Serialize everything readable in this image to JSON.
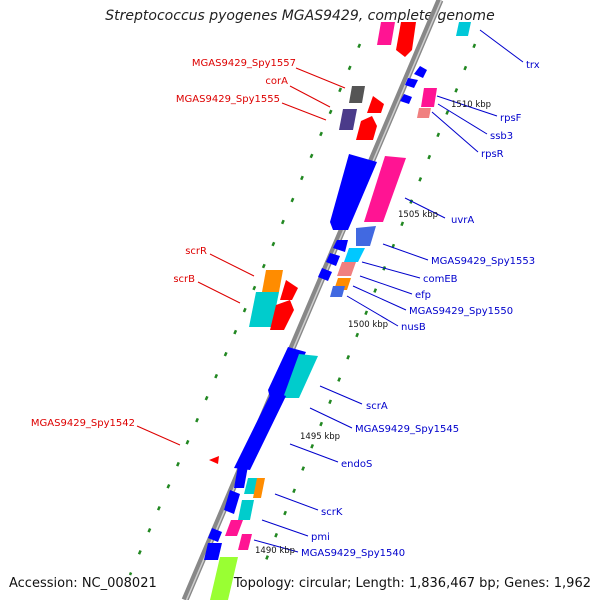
{
  "title": "Streptococcus pyogenes MGAS9429, complete genome",
  "footer": {
    "accession": "Accession: NC_008021",
    "summary": "Topology: circular; Length: 1,836,467 bp; Genes: 1,962"
  },
  "colors": {
    "backbone": "#888888",
    "label_left": "#dd0000",
    "label_right": "#0000cc",
    "tick": "#228822"
  },
  "kbp_labels": [
    "1510 kbp",
    "1505 kbp",
    "1500 kbp",
    "1495 kbp",
    "1490 kbp"
  ],
  "left_labels": [
    "MGAS9429_Spy1557",
    "corA",
    "MGAS9429_Spy1555",
    "scrR",
    "scrB",
    "MGAS9429_Spy1542"
  ],
  "right_labels": [
    "trx",
    "rpsF",
    "ssb3",
    "rpsR",
    "uvrA",
    "MGAS9429_Spy1553",
    "comEB",
    "efp",
    "MGAS9429_Spy1550",
    "nusB",
    "scrA",
    "MGAS9429_Spy1545",
    "endoS",
    "scrK",
    "pmi",
    "MGAS9429_Spy1540"
  ]
}
